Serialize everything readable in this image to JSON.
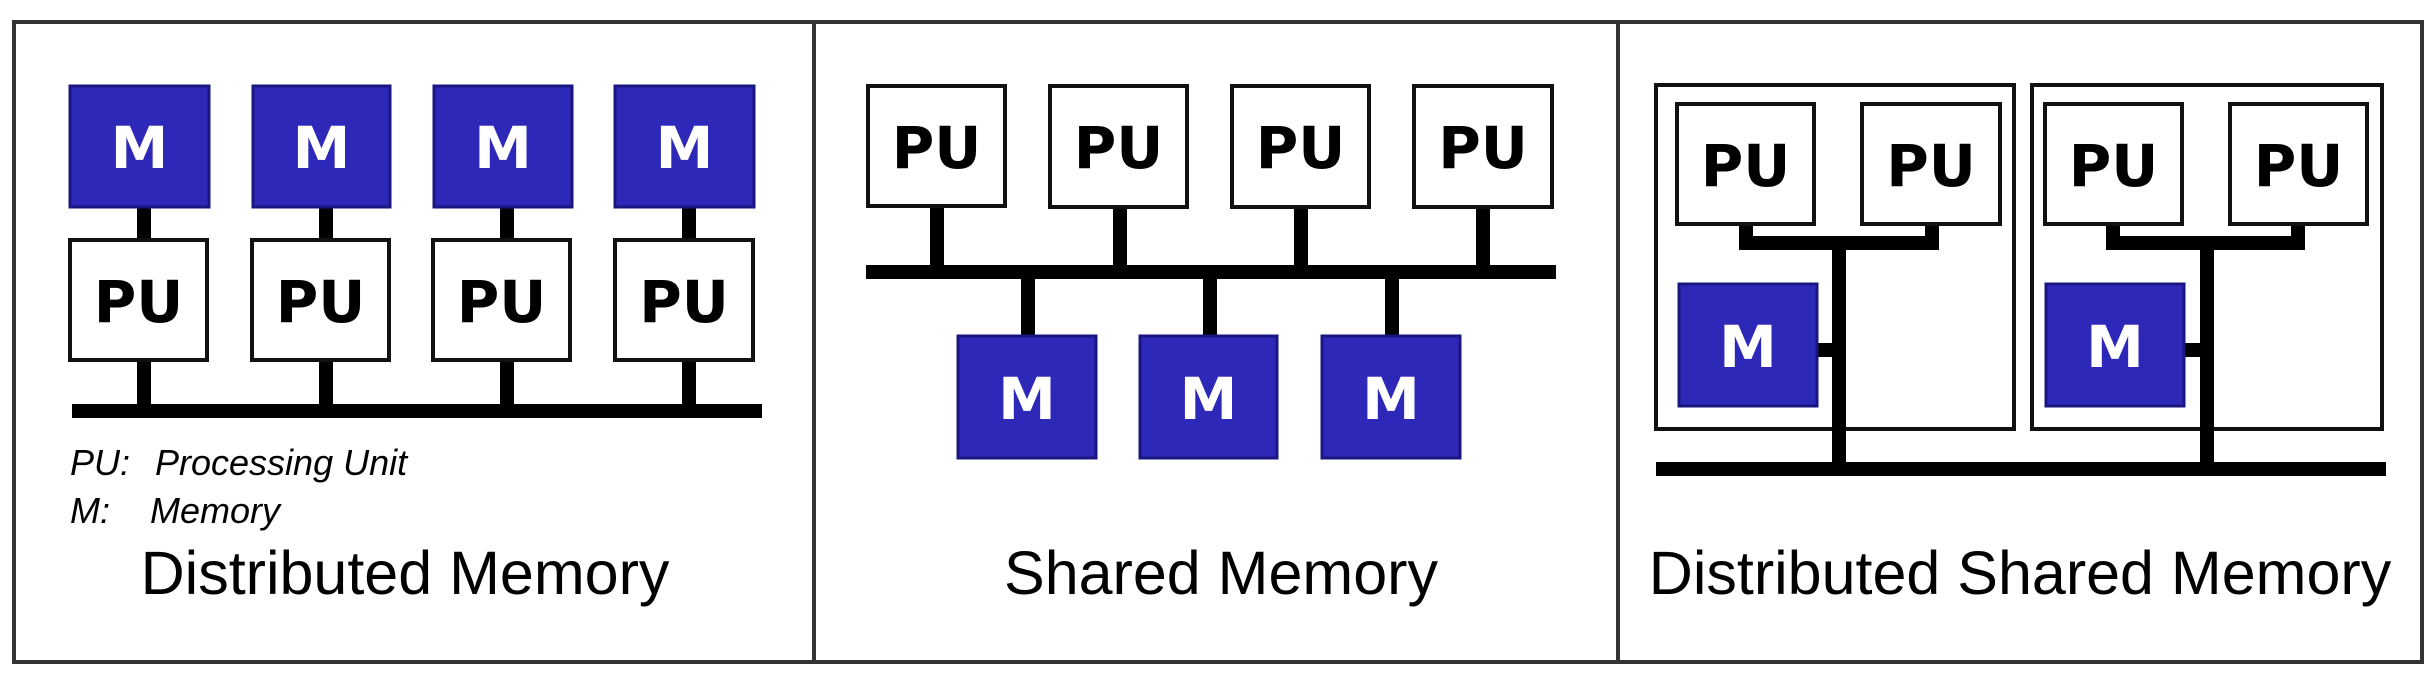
{
  "colors": {
    "memory_fill": "#2e28b8",
    "memory_border": "#1a1680",
    "memory_text": "#ffffff",
    "pu_fill": "#ffffff",
    "pu_border": "#111111",
    "pu_text": "#000000",
    "line": "#000000",
    "frame": "#333333"
  },
  "labels": {
    "pu": "PU",
    "memory": "M"
  },
  "panels": [
    {
      "caption": "Distributed Memory",
      "legend": [
        {
          "abbr": "PU:",
          "desc": "Processing Unit"
        },
        {
          "abbr": "M:",
          "desc": "Memory"
        }
      ]
    },
    {
      "caption": "Shared Memory"
    },
    {
      "caption": "Distributed Shared Memory"
    }
  ]
}
